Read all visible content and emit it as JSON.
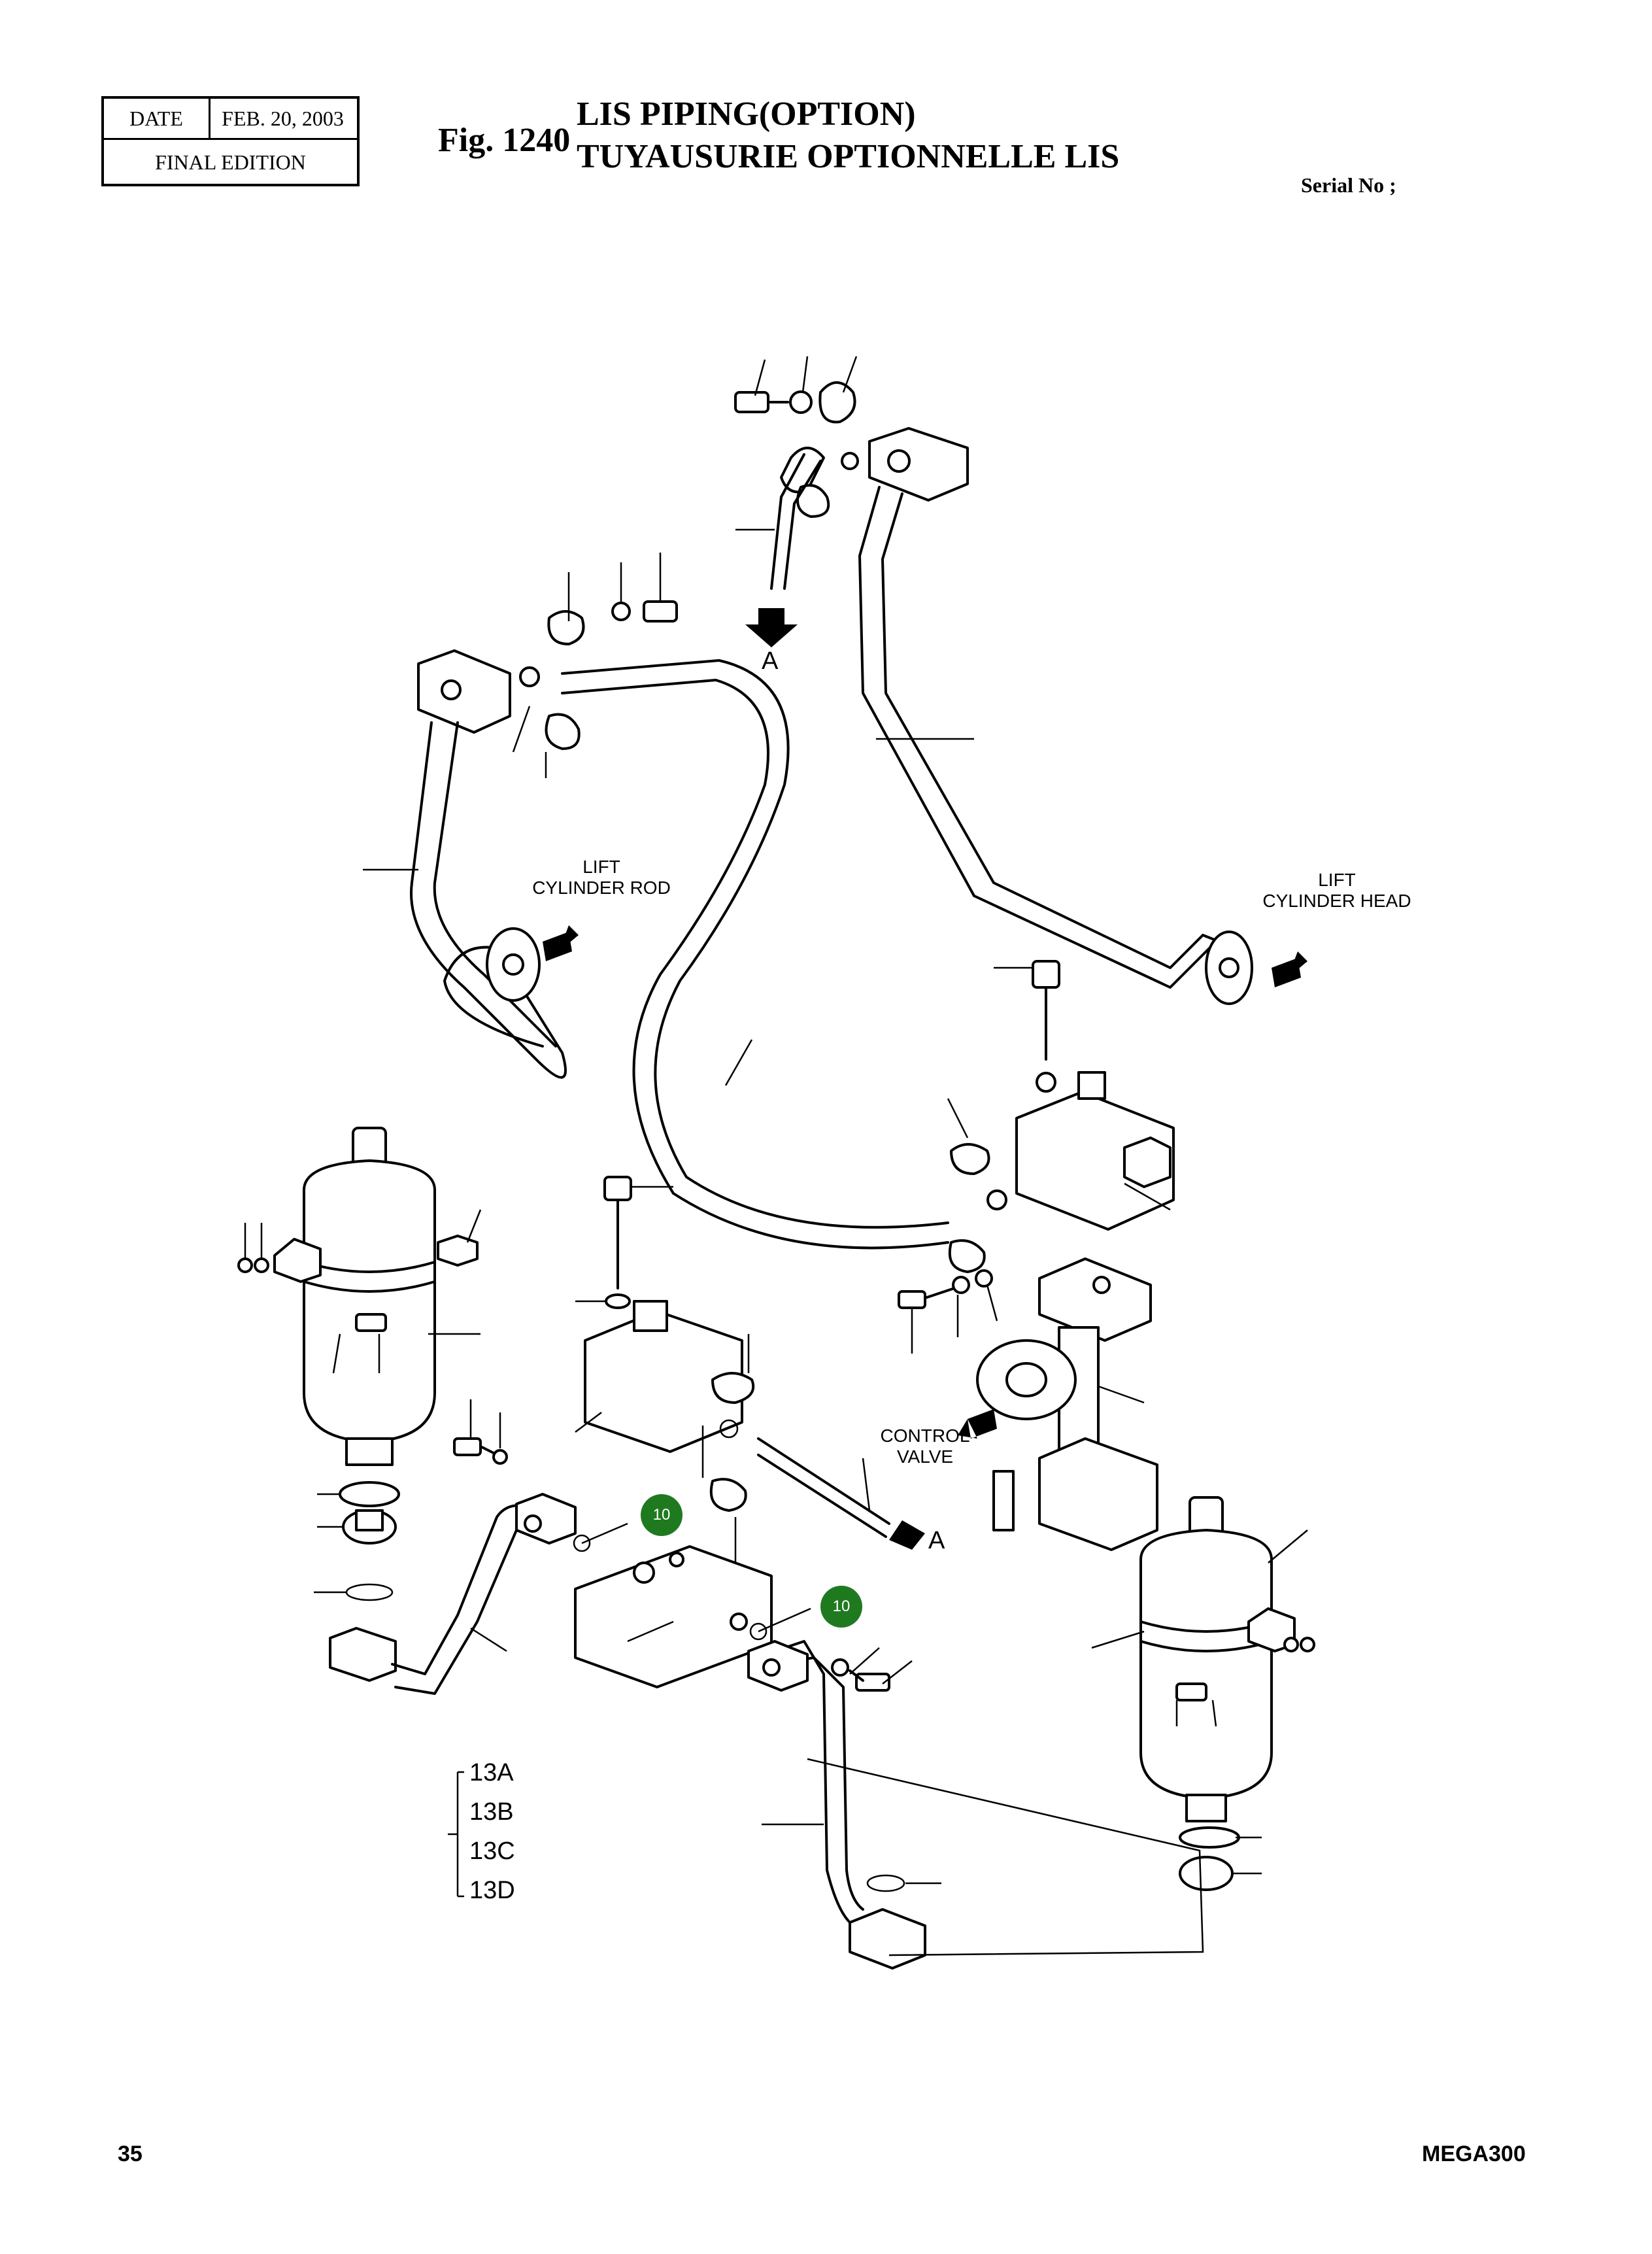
{
  "header": {
    "date_label": "DATE",
    "date_value": "FEB. 20, 2003",
    "edition": "FINAL EDITION",
    "fig_number": "Fig. 1240",
    "title_en": "LIS PIPING(OPTION)",
    "title_fr": "TUYAUSURIE OPTIONNELLE LIS",
    "serial": "Serial No ;"
  },
  "diagram": {
    "labels": {
      "lift_cylinder_rod_line1": "LIFT",
      "lift_cylinder_rod_line2": "CYLINDER ROD",
      "lift_cylinder_head_line1": "LIFT",
      "lift_cylinder_head_line2": "CYLINDER HEAD",
      "control_valve_line1": "CONTROL",
      "control_valve_line2": "VALVE",
      "connection_a_top": "A",
      "connection_a_bottom": "A"
    },
    "callouts": [
      "10",
      "10"
    ],
    "variant_refs": [
      "13A",
      "13B",
      "13C",
      "13D"
    ],
    "callout_color": "#1f7a1f"
  },
  "footer": {
    "page_number": "35",
    "model": "MEGA300"
  }
}
